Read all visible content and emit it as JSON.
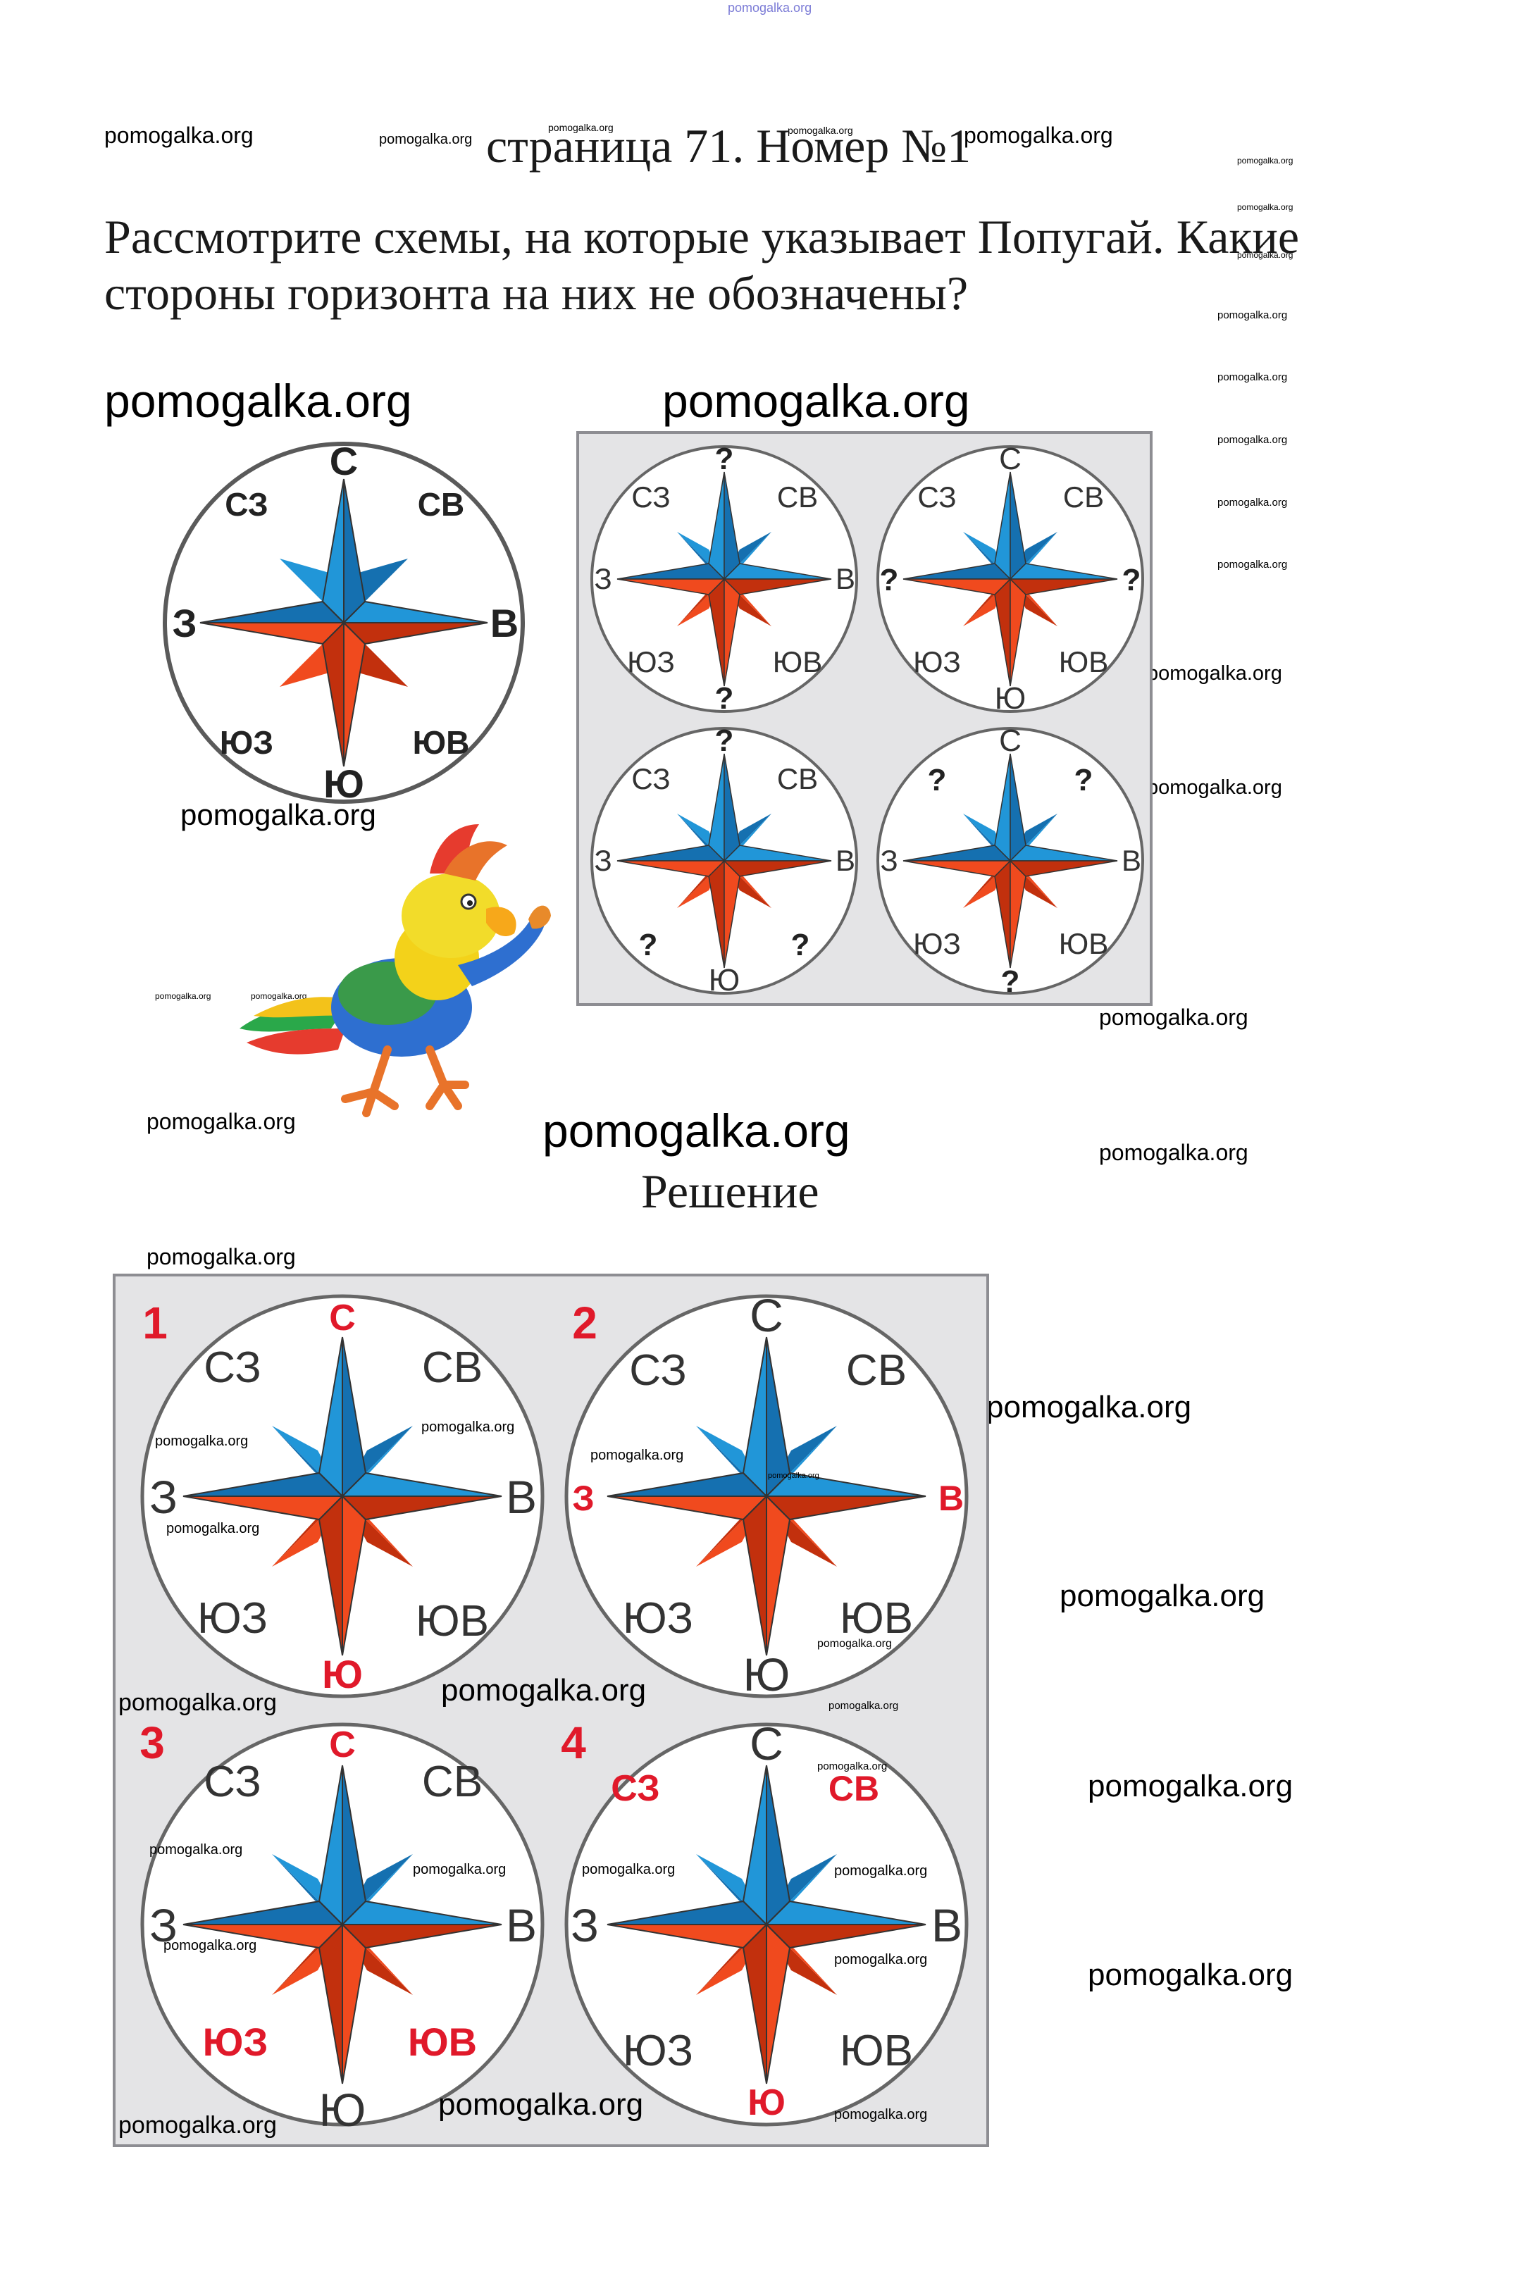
{
  "page": {
    "title": "страница 71. Номер №1",
    "question": "Рассмотрите схемы, на которые указывает Попугай. Какие стороны горизонта на них не обозначены?",
    "solution_label": "Решение"
  },
  "watermark": "pomogalka.org",
  "directions": {
    "n": "С",
    "ne": "СВ",
    "e": "В",
    "se": "ЮВ",
    "s": "Ю",
    "sw": "ЮЗ",
    "w": "З",
    "nw": "СЗ",
    "unknown": "?"
  },
  "solution_numbers": [
    "1",
    "2",
    "3",
    "4"
  ],
  "colors": {
    "north_half": "#2196d8",
    "north_half_shade": "#1570b0",
    "south_half": "#f04a1e",
    "south_half_shade": "#c2300d",
    "answer_label": "#e0192a",
    "panel": "#e4e4e6",
    "watermark_top": "#7b7bd6"
  },
  "illustration": {
    "parrot": "parrot-illustration"
  }
}
